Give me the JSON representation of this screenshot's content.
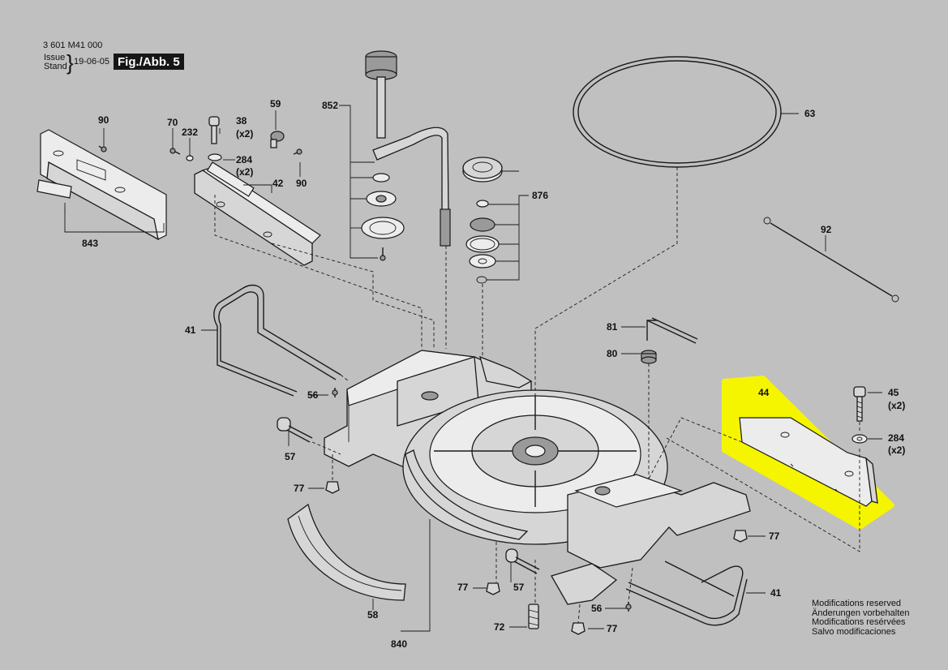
{
  "header": {
    "part_number": "3 601 M41 000",
    "issue_label_en": "Issue",
    "issue_label_de": "Stand",
    "issue_date": "19-06-05",
    "figure": "Fig./Abb. 5"
  },
  "highlight_color": "#f5f500",
  "parts": {
    "p90a": "90",
    "p843": "843",
    "p70": "70",
    "p232": "232",
    "p38": "38",
    "p38q": "(x2)",
    "p59": "59",
    "p284a": "284",
    "p284aq": "(x2)",
    "p90b": "90",
    "p42": "42",
    "p852": "852",
    "p876": "876",
    "p63": "63",
    "p92": "92",
    "p41a": "41",
    "p56a": "56",
    "p57a": "57",
    "p77a": "77",
    "p81": "81",
    "p80": "80",
    "p44": "44",
    "p45": "45",
    "p45q": "(x2)",
    "p284b": "284",
    "p284bq": "(x2)",
    "p77b": "77",
    "p41b": "41",
    "p77c": "77",
    "p57b": "57",
    "p56b": "56",
    "p72": "72",
    "p77d": "77",
    "p58": "58",
    "p840": "840"
  },
  "notice": [
    "Modifications reserved",
    "Änderungen vorbehalten",
    "Modifications resérvées",
    "Salvo modificaciones"
  ]
}
